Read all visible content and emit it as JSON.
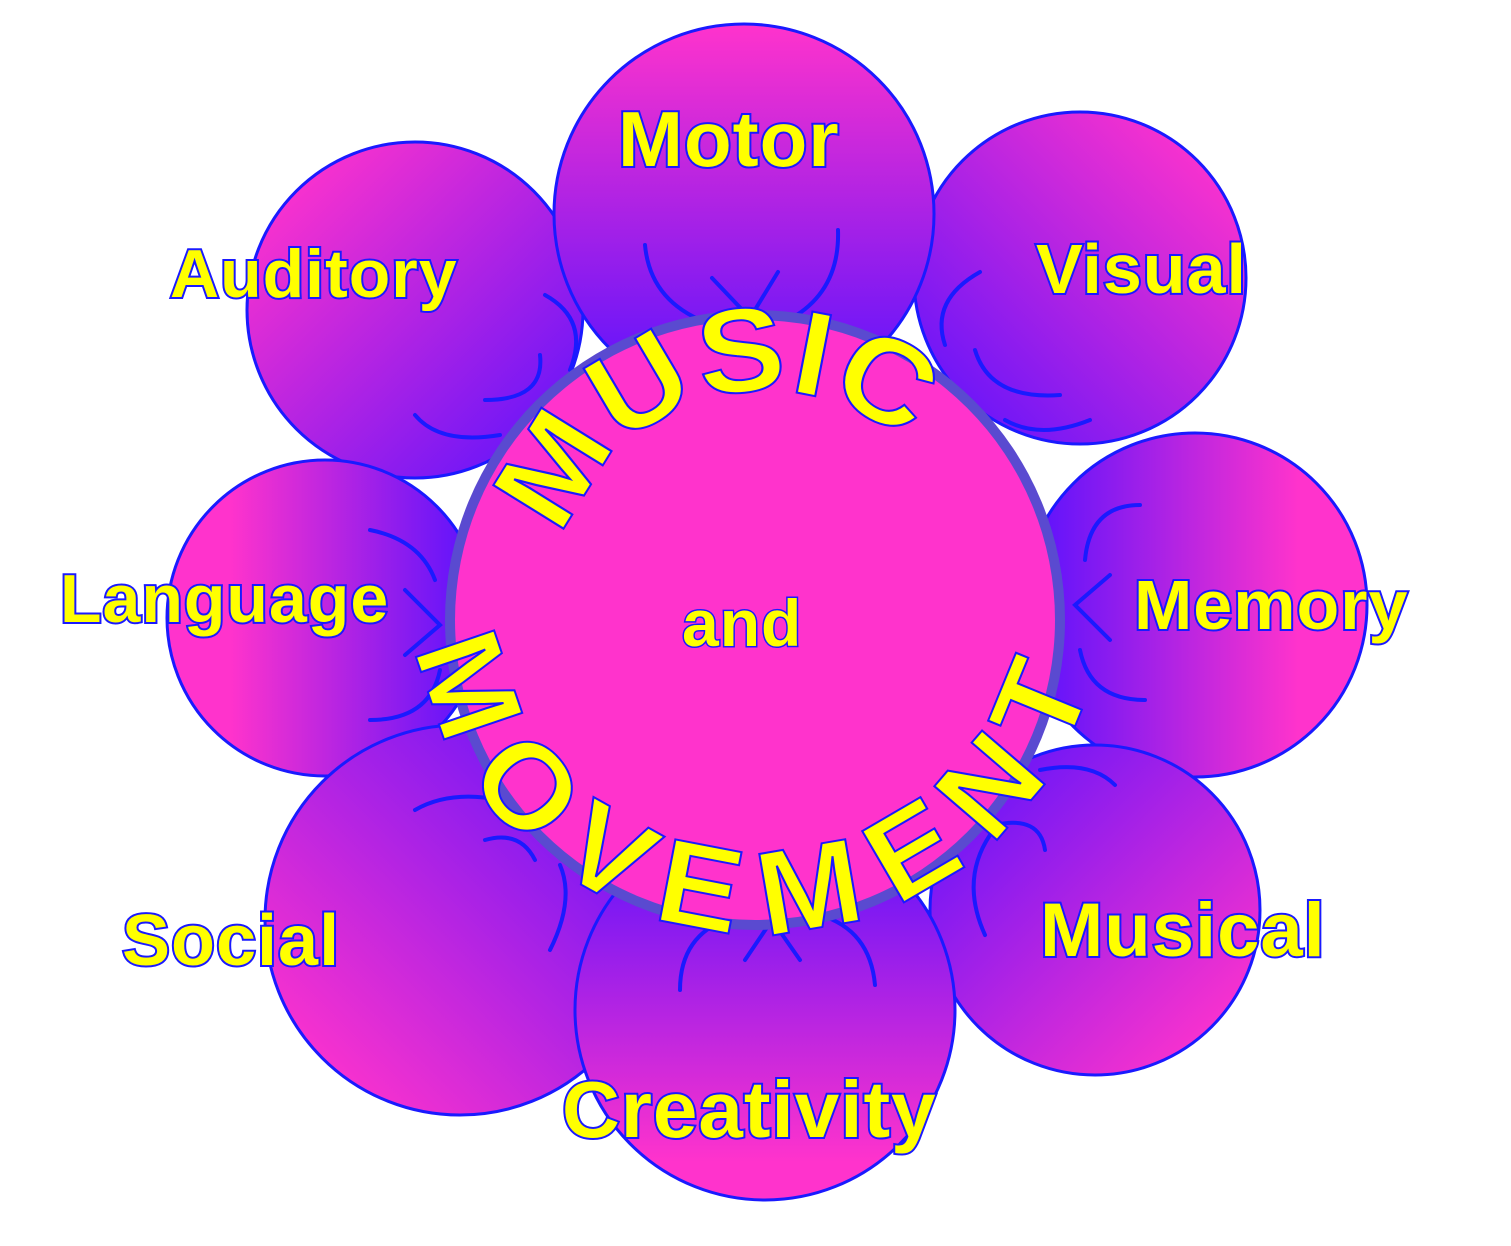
{
  "diagram": {
    "title_top": "MUSIC",
    "title_mid": "and",
    "title_bottom": "MOVEMENT",
    "colors": {
      "petal_pink": "#ff33cc",
      "petal_violet": "#5511ff",
      "outline_blue": "#1a1aff",
      "center_pink": "#ff33cc",
      "center_ring": "#5a4ad0",
      "text_yellow": "#ffff00",
      "background": "#ffffff"
    },
    "petals": [
      {
        "label": "Motor"
      },
      {
        "label": "Visual"
      },
      {
        "label": "Memory"
      },
      {
        "label": "Musical"
      },
      {
        "label": "Creativity"
      },
      {
        "label": "Social"
      },
      {
        "label": "Language"
      },
      {
        "label": "Auditory"
      }
    ]
  }
}
